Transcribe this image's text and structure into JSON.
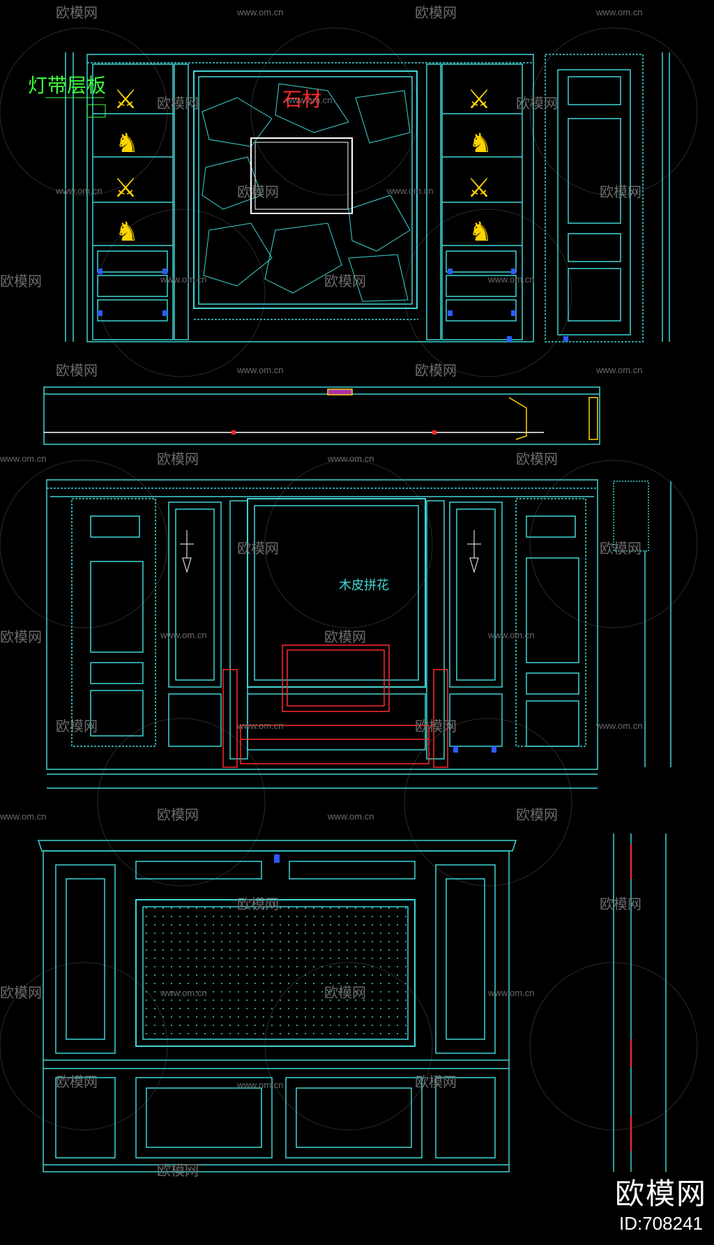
{
  "labels": {
    "light_strip_shelf": "灯带层板",
    "stone": "石材",
    "veneer_pattern": "木皮拼花"
  },
  "watermark": {
    "url": "www.om.cn",
    "cn": "欧模网"
  },
  "brand": {
    "name": "欧模网",
    "id": "ID:708241"
  },
  "colors": {
    "background": "#000000",
    "line": "#3fd6d6",
    "accent_yellow": "#ffd400",
    "accent_green": "#3bff3b",
    "accent_red": "#ff2a2a",
    "accent_blue": "#2a5bff"
  }
}
